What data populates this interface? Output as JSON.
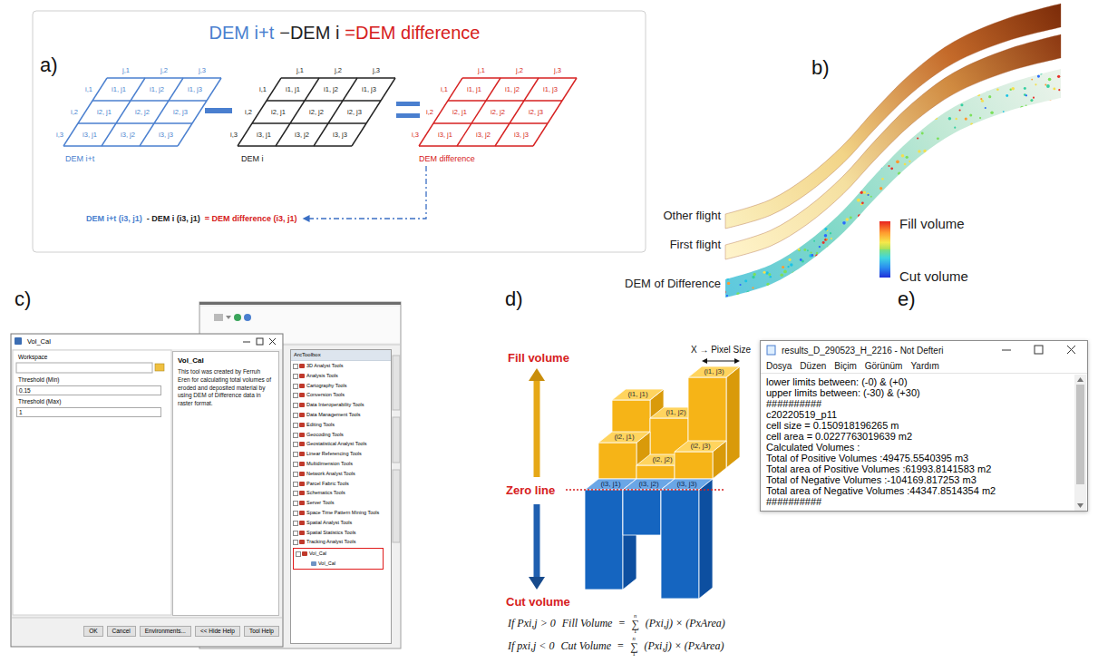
{
  "diagram": {
    "nodes": [
      {
        "text": [
          "Vol_Cal"
        ]
      },
      {
        "text": [
          "Vol_Cal",
          "This tool was created by Ferruh Eren for calculating total volumes of eroded and deposited material by using DEM of Difference data in raster format."
        ],
        "in": 0
      },
      {
        "text": [
          "0.15"
        ],
        "in": 0
      },
      {
        "text": [
          "1"
        ],
        "in": 0
      },
      {
        "text": [
          "OK"
        ],
        "in": 0
      },
      {
        "text": [
          "Cancel"
        ],
        "in": 0
      },
      {
        "text": [
          "Environments..."
        ],
        "in": 0
      },
      {
        "text": [
          "<< Hide Help"
        ],
        "in": 0
      },
      {
        "text": [
          "Tool Help"
        ],
        "in": 0
      },
      {
        "text": [
          "ArcToolbox",
          "3D Analyst Tools",
          "Analysis Tools",
          "Cartography Tools",
          "Conversion Tools",
          "Data Interoperability Tools",
          "Data Management Tools",
          "Editing Tools",
          "Geocoding Tools",
          "Geostatistical Analyst Tools",
          "Linear Referencing Tools",
          "Multidimension Tools",
          "Network Analyst Tools",
          "Parcel Fabric Tools",
          "Schematics Tools",
          "Server Tools",
          "Space Time Pattern Mining Tools",
          "Spatial Analyst Tools",
          "Spatial Statistics Tools",
          "Tracking Analyst Tools"
        ]
      },
      {
        "text": [
          "Vol_Cal",
          "Vol_Cal"
        ],
        "in": 9
      },
      {
        "text": [
          "results_D_290523_H_2216 - Not Defteri",
          "Dosya",
          "Düzen",
          "Biçim",
          "Görünüm",
          "Yardım",
          "lower limits between: (-0) & (+0)",
          "upper limits between: (-30) & (+30)",
          "##########",
          "c20220519_p11",
          "cell size = 0.150918196265 m",
          "cell area = 0.0227763019639 m2",
          "Calculated Volumes :",
          "Total of Positive Volumes :49475.5540395 m3",
          "Total area of Positive Volumes :61993.8141583 m2",
          "Total of Negative Volumes :-104169.817253 m3",
          "Total area of Negative Volumes :44347.8514354 m2",
          "##########"
        ]
      }
    ],
    "labels": [
      "a)",
      "DEM i+t",
      "−DEM i",
      "=DEM difference",
      "j,1",
      "j,2",
      "j,3",
      "i,1",
      "i,2",
      "i,3",
      "i1, j1",
      "i1, j2",
      "i1, j3",
      "i2, j1",
      "i2, j2",
      "i2, j3",
      "i3, j1",
      "i3, j2",
      "i3, j3",
      "j,1",
      "j,2",
      "j,3",
      "i,1",
      "i,2",
      "i,3",
      "i1, j1",
      "i1, j2",
      "i1, j3",
      "i2, j1",
      "i2, j2",
      "i2, j3",
      "i3, j1",
      "i3, j2",
      "i3, j3",
      "j,1",
      "j,2",
      "j,3",
      "i,1",
      "i,2",
      "i,3",
      "i1, j1",
      "i1, j2",
      "i1, j3",
      "i2, j1",
      "i2, j2",
      "i2, j3",
      "i3, j1",
      "i3, j2",
      "i3, j3",
      "DEM i+t",
      "DEM i",
      "DEM difference",
      "DEM i+t (i3, j1)",
      "- DEM i (i3, j1)",
      "= DEM difference (i3, j1)",
      "b)",
      "Other flight",
      "First flight",
      "DEM of Difference",
      "c)",
      "Workspace",
      "Threshold (Min)",
      "Threshold (Max)",
      "d)",
      "Fill volume",
      "Zero line",
      "Cut volume",
      "X → Pixel Size",
      "(i1, j1)",
      "(i1, j2)",
      "(i1, j3)",
      "(i2, j1)",
      "(i2, j2)",
      "(i2, j3)",
      "(i3, j1)",
      "(i3, j2)",
      "(i3, j3)",
      "If Pxi,j > 0",
      "Fill Volume",
      "=",
      "n",
      "∑",
      "1",
      "(Pxi,j) × (PxArea)",
      "If pxi,j < 0",
      "Cut Volume",
      "=",
      "n",
      "∑",
      "1",
      "(Pxi,j) × (PxArea)",
      "e)"
    ],
    "legend": [
      {
        "text": "Fill volume",
        "color": "#e8231f"
      },
      {
        "text": "Cut volume",
        "color": "#1f2fd8"
      }
    ]
  }
}
